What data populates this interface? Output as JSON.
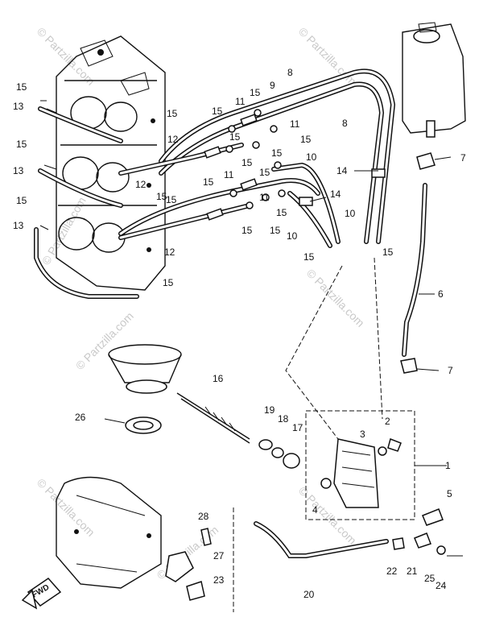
{
  "watermarks": [
    "© Partzilla.com",
    "© Partzilla.com",
    "© Partzilla.com",
    "© Partzilla.com",
    "© Partzilla.com",
    "© Partzilla.com",
    "© Partzilla.com",
    "© Partzilla.com"
  ],
  "direction_label": "FWD",
  "callouts": [
    "1",
    "2",
    "3",
    "4",
    "5",
    "6",
    "7",
    "7",
    "8",
    "8",
    "9",
    "10",
    "10",
    "10",
    "11",
    "11",
    "11",
    "11",
    "12",
    "12",
    "12",
    "13",
    "13",
    "13",
    "14",
    "14",
    "15",
    "15",
    "15",
    "15",
    "15",
    "15",
    "15",
    "15",
    "15",
    "15",
    "15",
    "15",
    "15",
    "15",
    "15",
    "15",
    "15",
    "15",
    "15",
    "15",
    "16",
    "17",
    "18",
    "19",
    "20",
    "21",
    "22",
    "23",
    "24",
    "25",
    "26",
    "27",
    "28"
  ]
}
